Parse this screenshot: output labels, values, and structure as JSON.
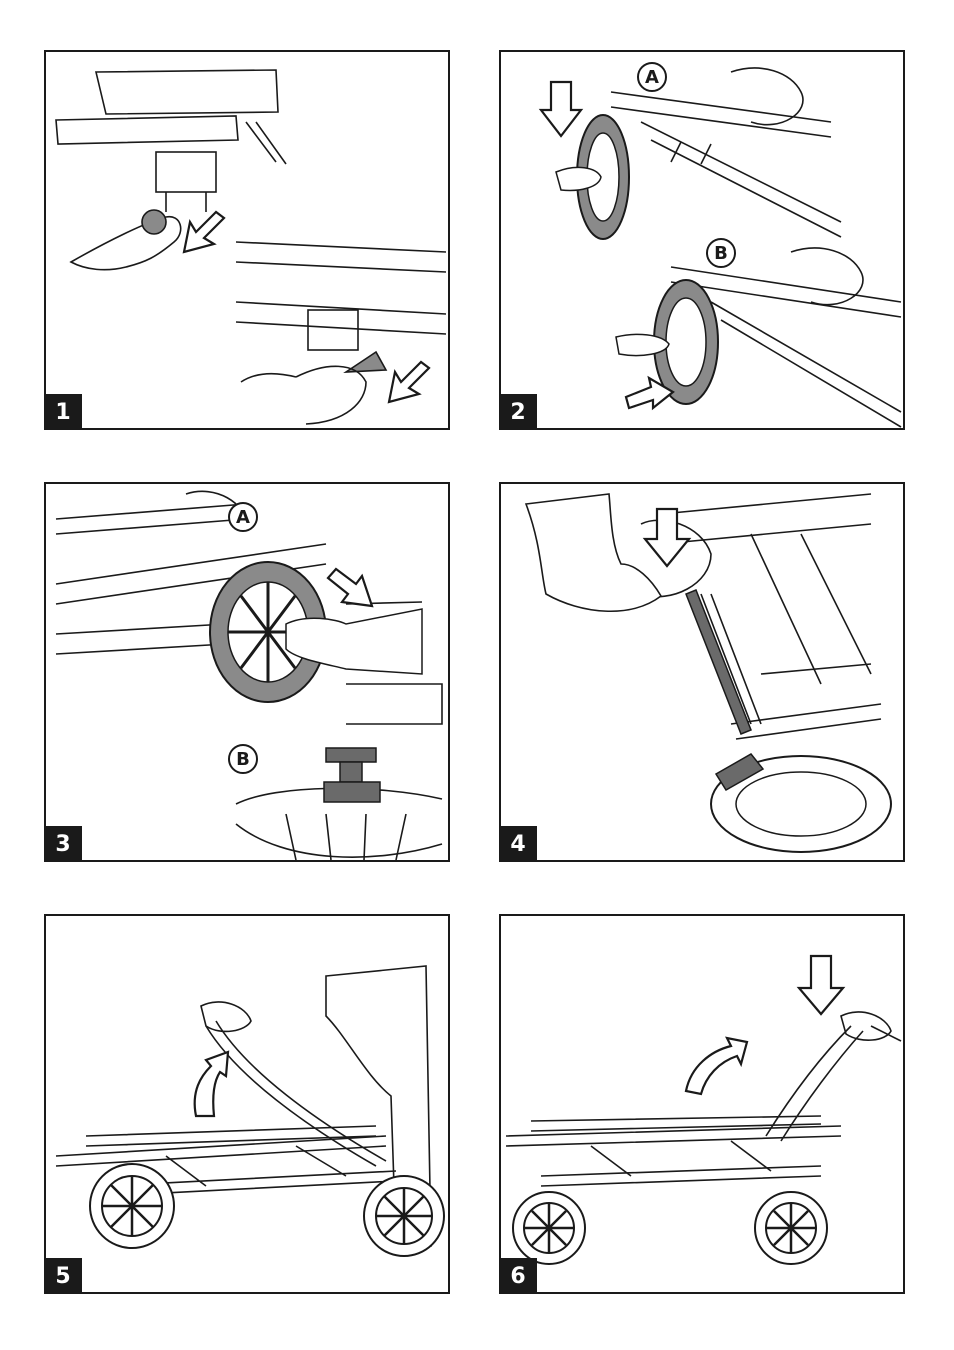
{
  "steps": [
    {
      "number": "1",
      "illustration": "release-brake-and-pedal-buttons"
    },
    {
      "number": "2",
      "labels": [
        "A",
        "B"
      ],
      "illustration": "attach-front-wheels"
    },
    {
      "number": "3",
      "labels": [
        "A",
        "B"
      ],
      "illustration": "remove-wheel-adapter"
    },
    {
      "number": "4",
      "illustration": "press-down-frame-lock"
    },
    {
      "number": "5",
      "illustration": "lift-handlebar"
    },
    {
      "number": "6",
      "illustration": "unfold-frame-push-down"
    }
  ],
  "icons": {
    "arrow": "arrow-icon",
    "hand": "hand-icon",
    "wheel": "wheel-icon"
  },
  "colors": {
    "line": "#1a1a1a",
    "wheel_fill": "#8a8a8a",
    "background": "#ffffff"
  }
}
